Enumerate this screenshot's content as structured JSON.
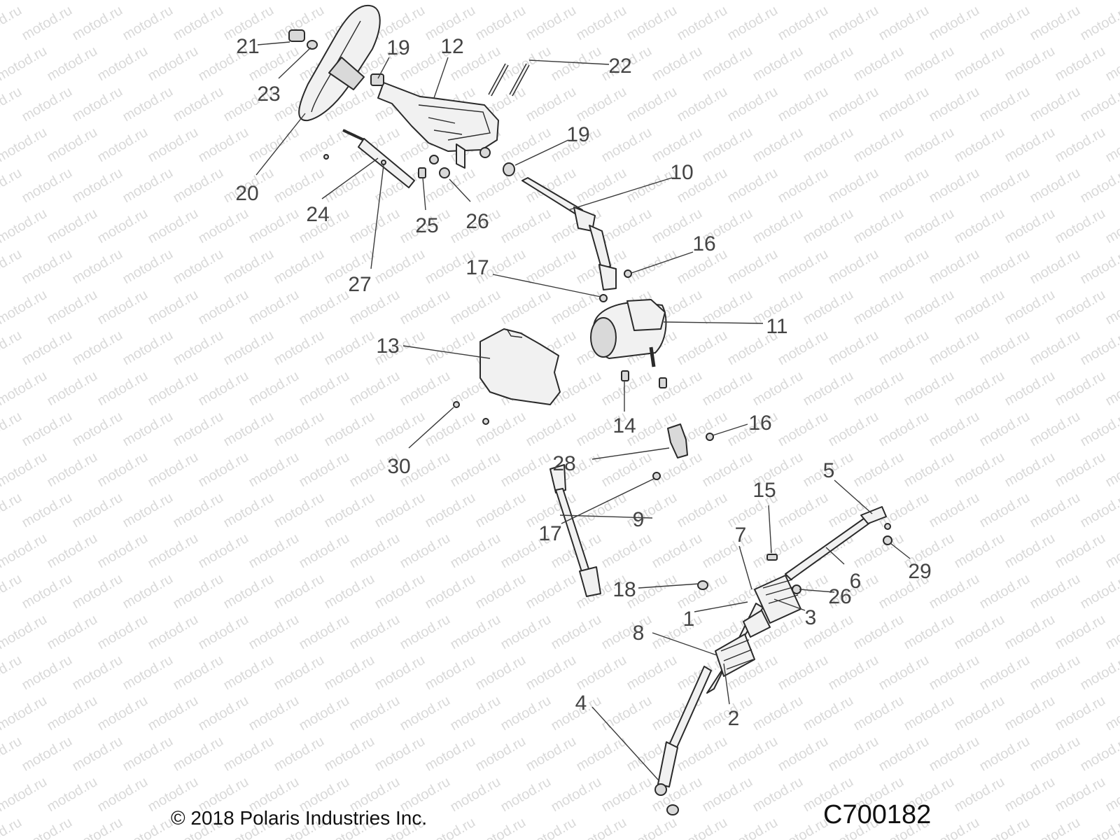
{
  "diagram": {
    "copyright": "© 2018 Polaris Industries Inc.",
    "drawing_code": "C700182",
    "watermark": "motod.ru",
    "callouts": [
      "21",
      "23",
      "19",
      "12",
      "22",
      "20",
      "19",
      "10",
      "24",
      "25",
      "26",
      "27",
      "16",
      "17",
      "11",
      "13",
      "14",
      "16",
      "30",
      "28",
      "5",
      "15",
      "17",
      "9",
      "7",
      "29",
      "18",
      "26",
      "6",
      "1",
      "3",
      "8",
      "2",
      "4"
    ]
  }
}
